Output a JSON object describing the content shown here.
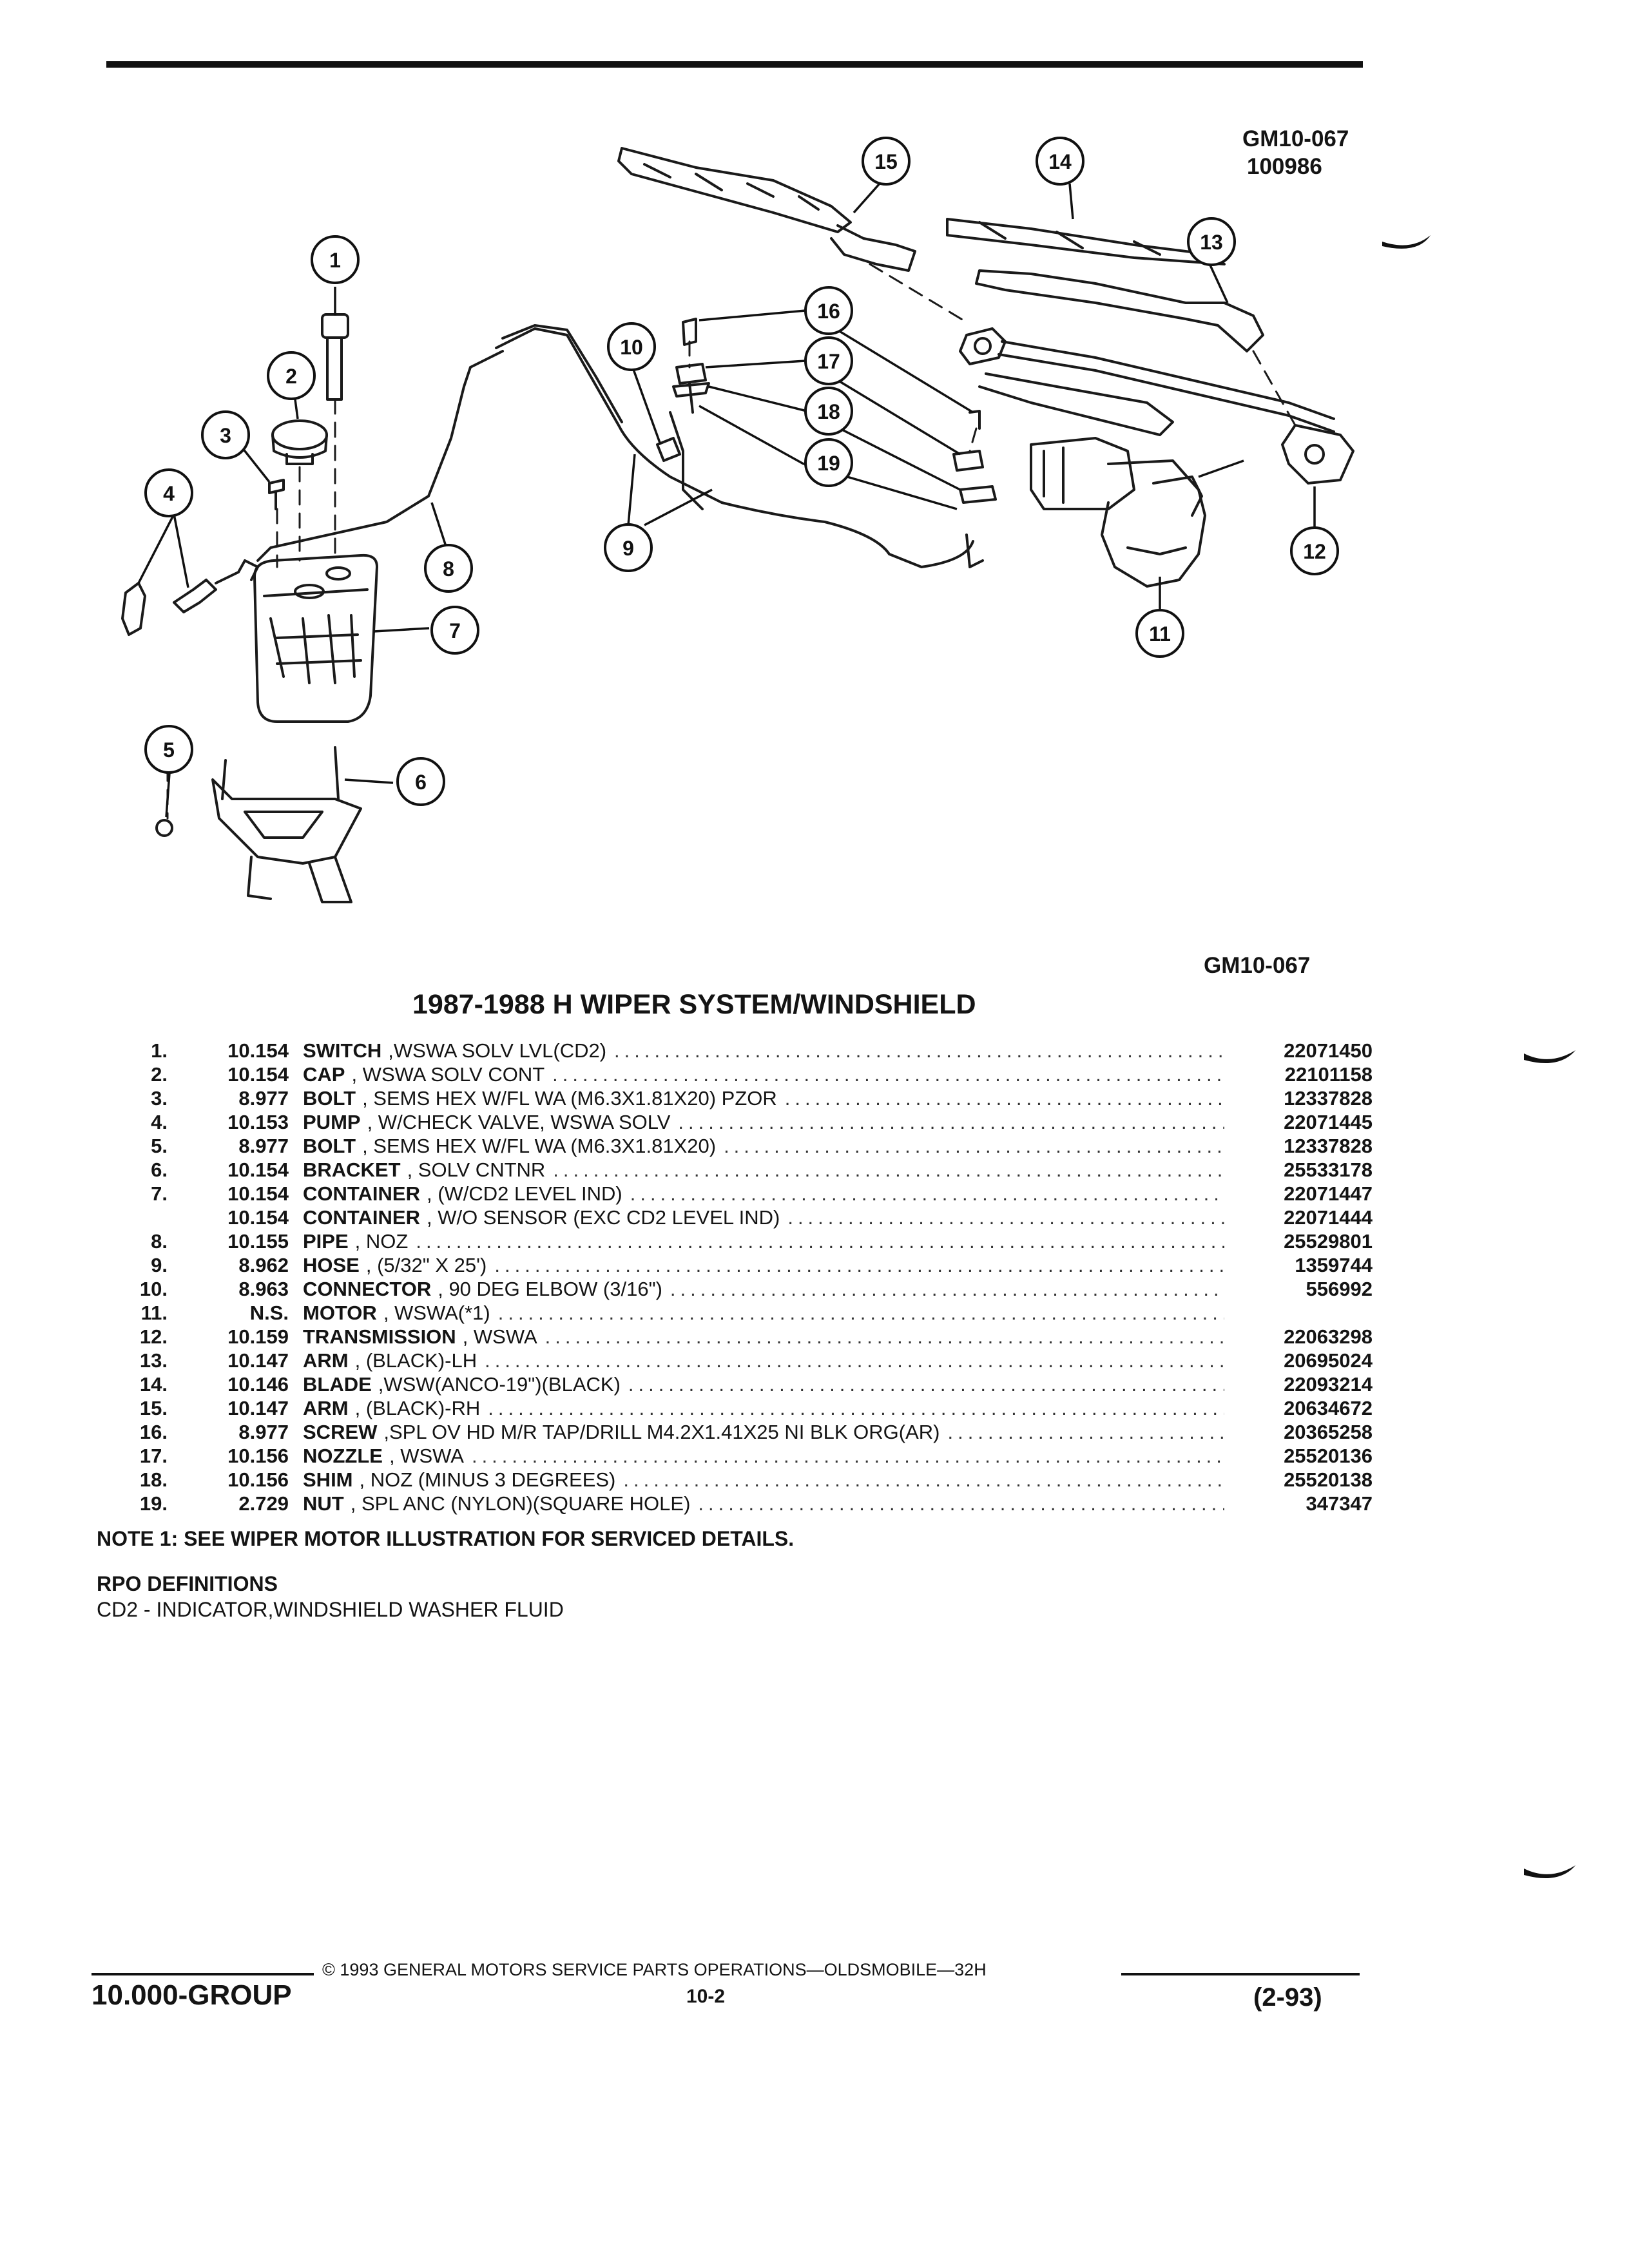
{
  "header": {
    "figure_ref": "GM10-067",
    "figure_date": "100986"
  },
  "diagram": {
    "caption_ref": "GM10-067",
    "callouts": [
      "1",
      "2",
      "3",
      "4",
      "5",
      "6",
      "7",
      "8",
      "9",
      "10",
      "11",
      "12",
      "13",
      "14",
      "15",
      "16",
      "17",
      "18",
      "19"
    ]
  },
  "title": "1987-1988 H WIPER SYSTEM/WINDSHIELD",
  "parts": [
    {
      "num": "1.",
      "group": "10.154",
      "name": "SWITCH",
      "detail": ",WSWA SOLV LVL(CD2)",
      "part": "22071450"
    },
    {
      "num": "2.",
      "group": "10.154",
      "name": "CAP",
      "detail": ", WSWA SOLV CONT",
      "part": "22101158"
    },
    {
      "num": "3.",
      "group": "8.977",
      "name": "BOLT",
      "detail": ", SEMS HEX W/FL WA (M6.3X1.81X20) PZOR",
      "part": "12337828"
    },
    {
      "num": "4.",
      "group": "10.153",
      "name": "PUMP",
      "detail": ", W/CHECK VALVE, WSWA SOLV",
      "part": "22071445"
    },
    {
      "num": "5.",
      "group": "8.977",
      "name": "BOLT",
      "detail": ", SEMS HEX W/FL WA (M6.3X1.81X20)",
      "part": "12337828"
    },
    {
      "num": "6.",
      "group": "10.154",
      "name": "BRACKET",
      "detail": ", SOLV CNTNR",
      "part": "25533178"
    },
    {
      "num": "7.",
      "group": "10.154",
      "name": "CONTAINER",
      "detail": ", (W/CD2 LEVEL IND)",
      "part": "22071447"
    },
    {
      "num": "",
      "group": "10.154",
      "name": "CONTAINER",
      "detail": ", W/O SENSOR (EXC CD2 LEVEL IND)",
      "part": "22071444"
    },
    {
      "num": "8.",
      "group": "10.155",
      "name": "PIPE",
      "detail": ", NOZ",
      "part": "25529801"
    },
    {
      "num": "9.",
      "group": "8.962",
      "name": "HOSE",
      "detail": ", (5/32\" X 25')",
      "part": "1359744"
    },
    {
      "num": "10.",
      "group": "8.963",
      "name": "CONNECTOR",
      "detail": ", 90 DEG ELBOW (3/16\")",
      "part": "556992"
    },
    {
      "num": "11.",
      "group": "N.S.",
      "name": "MOTOR",
      "detail": ", WSWA(*1)",
      "part": ""
    },
    {
      "num": "12.",
      "group": "10.159",
      "name": "TRANSMISSION",
      "detail": ", WSWA",
      "part": "22063298"
    },
    {
      "num": "13.",
      "group": "10.147",
      "name": "ARM",
      "detail": ", (BLACK)-LH",
      "part": "20695024"
    },
    {
      "num": "14.",
      "group": "10.146",
      "name": "BLADE",
      "detail": ",WSW(ANCO-19\")(BLACK)",
      "part": "22093214"
    },
    {
      "num": "15.",
      "group": "10.147",
      "name": "ARM",
      "detail": ", (BLACK)-RH",
      "part": "20634672"
    },
    {
      "num": "16.",
      "group": "8.977",
      "name": "SCREW",
      "detail": ",SPL OV HD M/R TAP/DRILL M4.2X1.41X25 NI BLK ORG(AR)",
      "part": "20365258"
    },
    {
      "num": "17.",
      "group": "10.156",
      "name": "NOZZLE",
      "detail": ", WSWA",
      "part": "25520136"
    },
    {
      "num": "18.",
      "group": "10.156",
      "name": "SHIM",
      "detail": ", NOZ (MINUS 3 DEGREES)",
      "part": "25520138"
    },
    {
      "num": "19.",
      "group": "2.729",
      "name": "NUT",
      "detail": ", SPL ANC (NYLON)(SQUARE HOLE)",
      "part": "347347"
    }
  ],
  "note": "NOTE  1:  SEE WIPER MOTOR ILLUSTRATION FOR SERVICED DETAILS.",
  "rpo": {
    "heading": "RPO DEFINITIONS",
    "definition": "CD2 - INDICATOR,WINDSHIELD WASHER FLUID"
  },
  "footer": {
    "copyright": "©  1993  GENERAL MOTORS SERVICE PARTS OPERATIONS—OLDSMOBILE—32H",
    "page": "10-2",
    "group": "10.000-GROUP",
    "date": "(2-93)"
  }
}
